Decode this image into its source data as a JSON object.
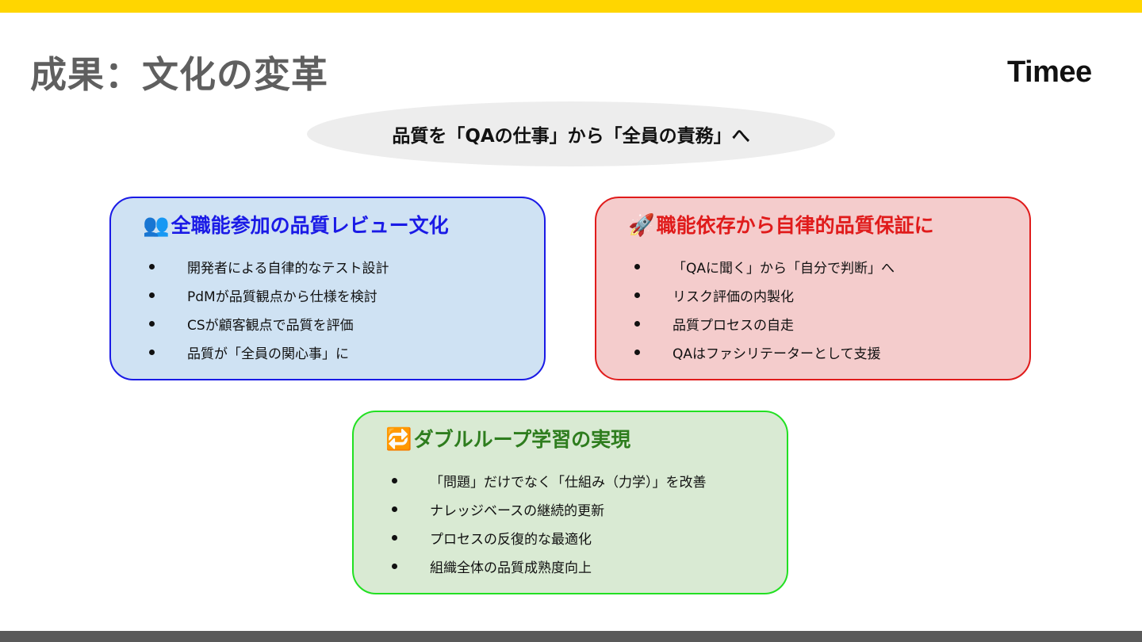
{
  "slide": {
    "title": "成果：文化の変革",
    "logo_text": "Timee",
    "subtitle": "品質を「QAの仕事」から「全員の責務」へ"
  },
  "colors": {
    "top_bar": "#FFD600",
    "bottom_bar": "#595959",
    "blue_fill": "#CFE2F3",
    "blue_accent": "#1A1AE6",
    "red_fill": "#F4CCCC",
    "red_accent": "#E01B1B",
    "green_fill": "#D9EAD3",
    "green_accent": "#22E022"
  },
  "cards": [
    {
      "icon": "👥",
      "icon_name": "people-icon",
      "title": "全職能参加の品質レビュー文化",
      "items": [
        "開発者による自律的なテスト設計",
        "PdMが品質観点から仕様を検討",
        "CSが顧客観点で品質を評価",
        "品質が「全員の関心事」に"
      ]
    },
    {
      "icon": "🚀",
      "icon_name": "rocket-icon",
      "title": "職能依存から自律的品質保証に",
      "items": [
        "「QAに聞く」から「自分で判断」へ",
        "リスク評価の内製化",
        "品質プロセスの自走",
        "QAはファシリテーターとして支援"
      ]
    },
    {
      "icon": "🔁",
      "icon_name": "repeat-icon",
      "title": "ダブルループ学習の実現",
      "items": [
        "「問題」だけでなく「仕組み（力学）」を改善",
        "ナレッジベースの継続的更新",
        "プロセスの反復的な最適化",
        "組織全体の品質成熟度向上"
      ]
    }
  ]
}
